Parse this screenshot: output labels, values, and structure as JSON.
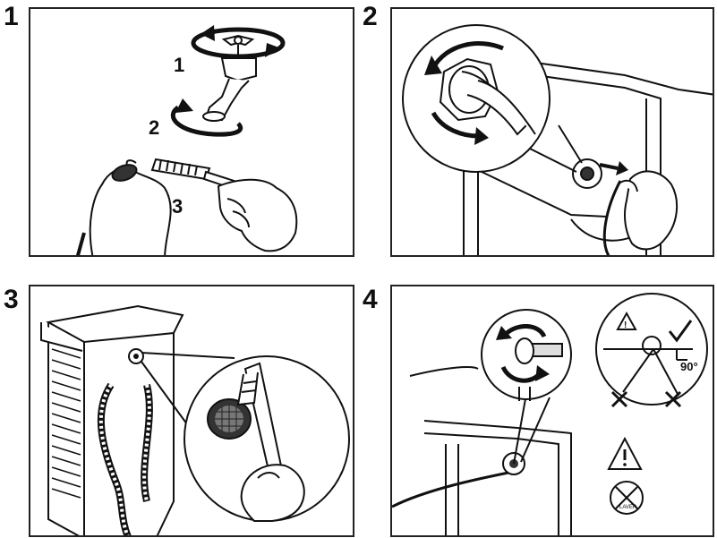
{
  "steps": [
    {
      "number": "1",
      "sub_labels": [
        "1",
        "2",
        "3"
      ]
    },
    {
      "number": "2"
    },
    {
      "number": "3"
    },
    {
      "number": "4",
      "angle_label": "90°",
      "cannot_text": "LAVER"
    }
  ]
}
